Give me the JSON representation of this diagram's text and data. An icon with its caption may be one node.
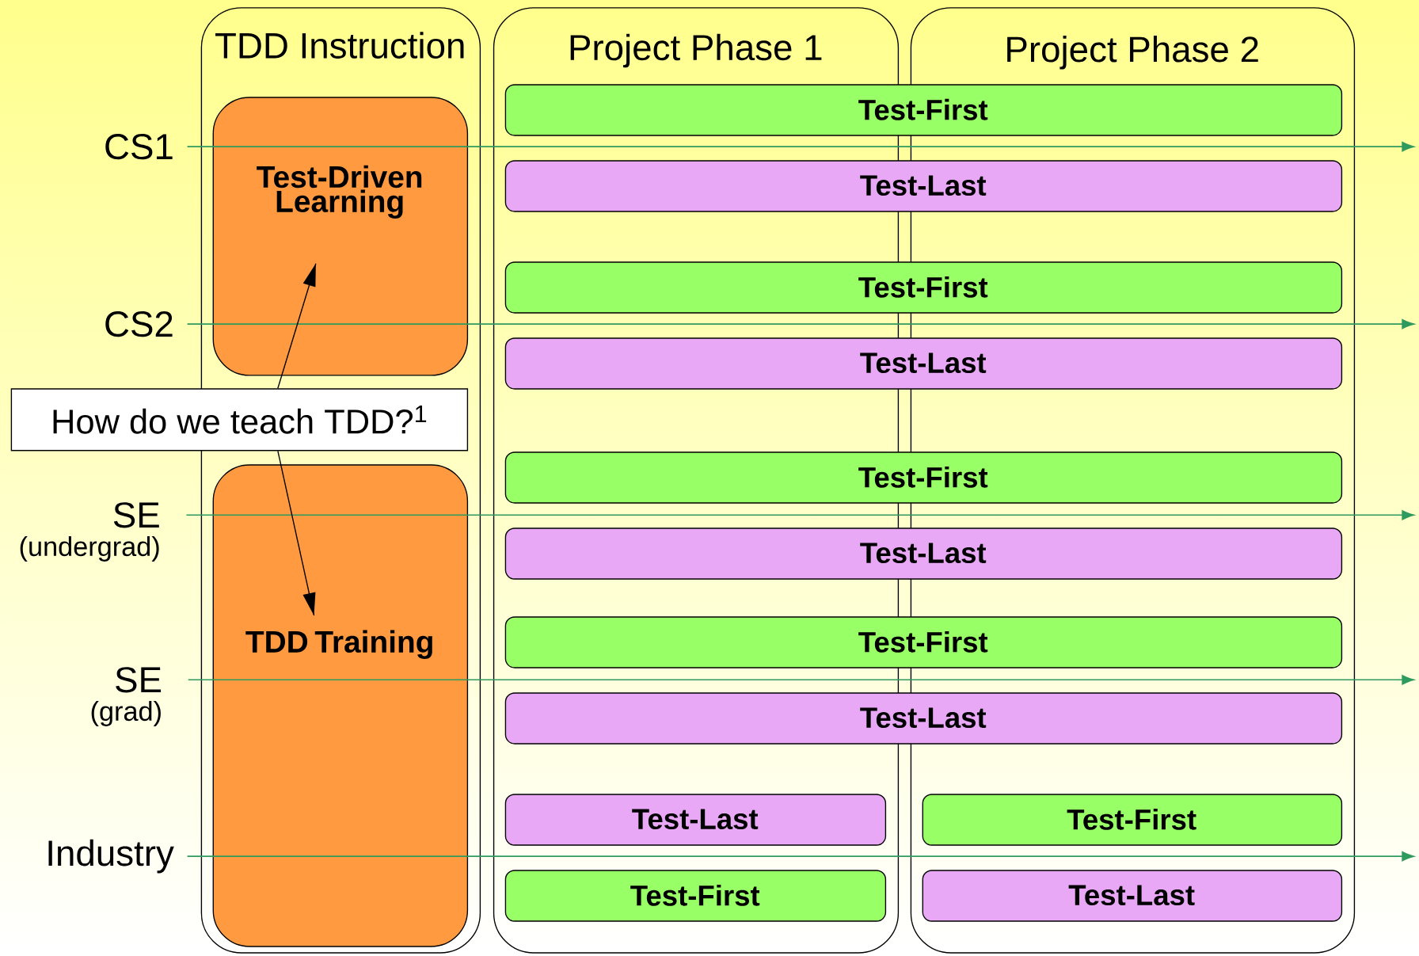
{
  "diagram": {
    "nodes": [
      {
        "text": [
          "TDD Instruction"
        ]
      },
      {
        "text": [
          "Test-Driven Learning"
        ],
        "in": 0
      },
      {
        "text": [
          "TDD Training"
        ],
        "in": 0
      },
      {
        "text": [
          "Project Phase 1"
        ]
      },
      {
        "text": [
          "Project Phase 2"
        ]
      },
      {
        "text": [
          "Test-First"
        ]
      },
      {
        "text": [
          "Test-Last"
        ]
      },
      {
        "text": [
          "Test-First"
        ]
      },
      {
        "text": [
          "Test-Last"
        ]
      },
      {
        "text": [
          "Test-First"
        ]
      },
      {
        "text": [
          "Test-Last"
        ]
      },
      {
        "text": [
          "Test-First"
        ]
      },
      {
        "text": [
          "Test-Last"
        ]
      },
      {
        "text": [
          "Test-Last"
        ],
        "in": 3
      },
      {
        "text": [
          "Test-First"
        ],
        "in": 3
      },
      {
        "text": [
          "Test-First"
        ],
        "in": 4
      },
      {
        "text": [
          "Test-Last"
        ],
        "in": 4
      },
      {
        "text": [
          "CS1"
        ]
      },
      {
        "text": [
          "CS2"
        ]
      },
      {
        "text": [
          "SE",
          "(undergrad)"
        ]
      },
      {
        "text": [
          "SE",
          "(grad)"
        ]
      },
      {
        "text": [
          "Industry"
        ]
      },
      {
        "text": [
          "How do we teach TDD?$^{1}$"
        ]
      }
    ],
    "edges": [
      {
        "from": 17,
        "to": null,
        "arrow": "to"
      },
      {
        "from": 18,
        "to": null,
        "arrow": "to"
      },
      {
        "from": 19,
        "to": null,
        "arrow": "to"
      },
      {
        "from": 20,
        "to": null,
        "arrow": "to"
      },
      {
        "from": 21,
        "to": null,
        "arrow": "to"
      },
      {
        "from": 22,
        "to": 1,
        "arrow": "to",
        "color": "#000000"
      },
      {
        "from": 22,
        "to": 2,
        "arrow": "to",
        "color": "#000000"
      }
    ]
  }
}
